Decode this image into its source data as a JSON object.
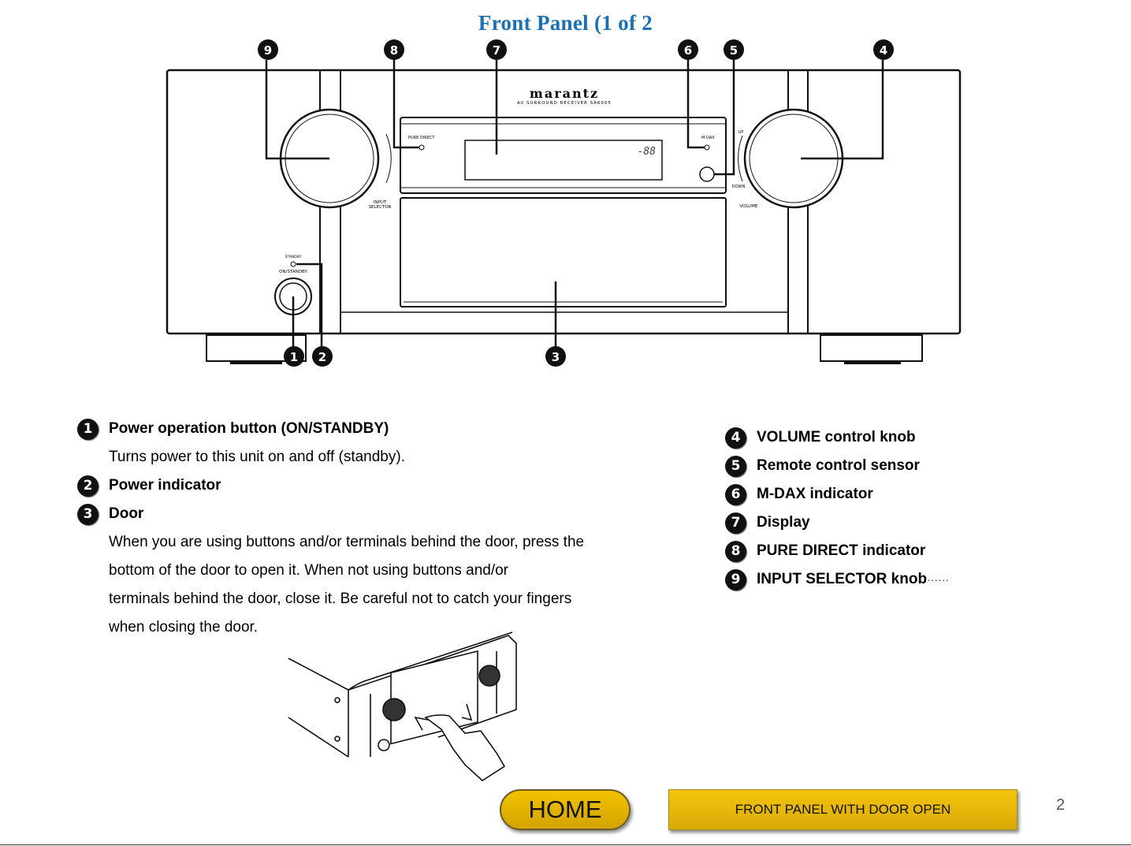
{
  "page_title": "Front Panel (1 of 2",
  "callouts_top": [
    "9",
    "8",
    "7",
    "6",
    "5",
    "4"
  ],
  "callouts_bottom": [
    "1",
    "2",
    "3"
  ],
  "device": {
    "brand": "marantz",
    "model_line": "AV SURROUND RECEIVER SR6005",
    "pure_direct_label": "PURE DIRECT",
    "mdax_label": "M-DAX",
    "display_readout": "-88",
    "input_selector_label_1": "INPUT",
    "input_selector_label_2": "SELECTOR",
    "volume_label": "VOLUME",
    "up_label": "UP",
    "down_label": "DOWN",
    "standby_label": "STANDBY",
    "on_standby_label": "ON/STANDBY"
  },
  "legend_left": [
    {
      "num": "1",
      "label": "Power operation button (ON/STANDBY)",
      "desc": [
        "Turns power to this unit on and off (standby)."
      ]
    },
    {
      "num": "2",
      "label": "Power indicator",
      "desc": []
    },
    {
      "num": "3",
      "label": "Door",
      "desc": [
        "When you are using buttons and/or terminals behind the door, press the",
        "bottom of the door to open it. When not using buttons and/or",
        "terminals behind the door, close it. Be careful not to catch your fingers",
        "when closing the door."
      ]
    }
  ],
  "legend_right": [
    {
      "num": "4",
      "label": "VOLUME control knob"
    },
    {
      "num": "5",
      "label": "Remote control sensor"
    },
    {
      "num": "6",
      "label": "M-DAX indicator"
    },
    {
      "num": "7",
      "label": "Display"
    },
    {
      "num": "8",
      "label": "PURE DIRECT indicator"
    },
    {
      "num": "9",
      "label": "INPUT SELECTOR knob",
      "suffix": "······"
    }
  ],
  "nav": {
    "home_label": "HOME",
    "door_open_label": "FRONT PANEL WITH DOOR OPEN"
  },
  "page_number": "2"
}
